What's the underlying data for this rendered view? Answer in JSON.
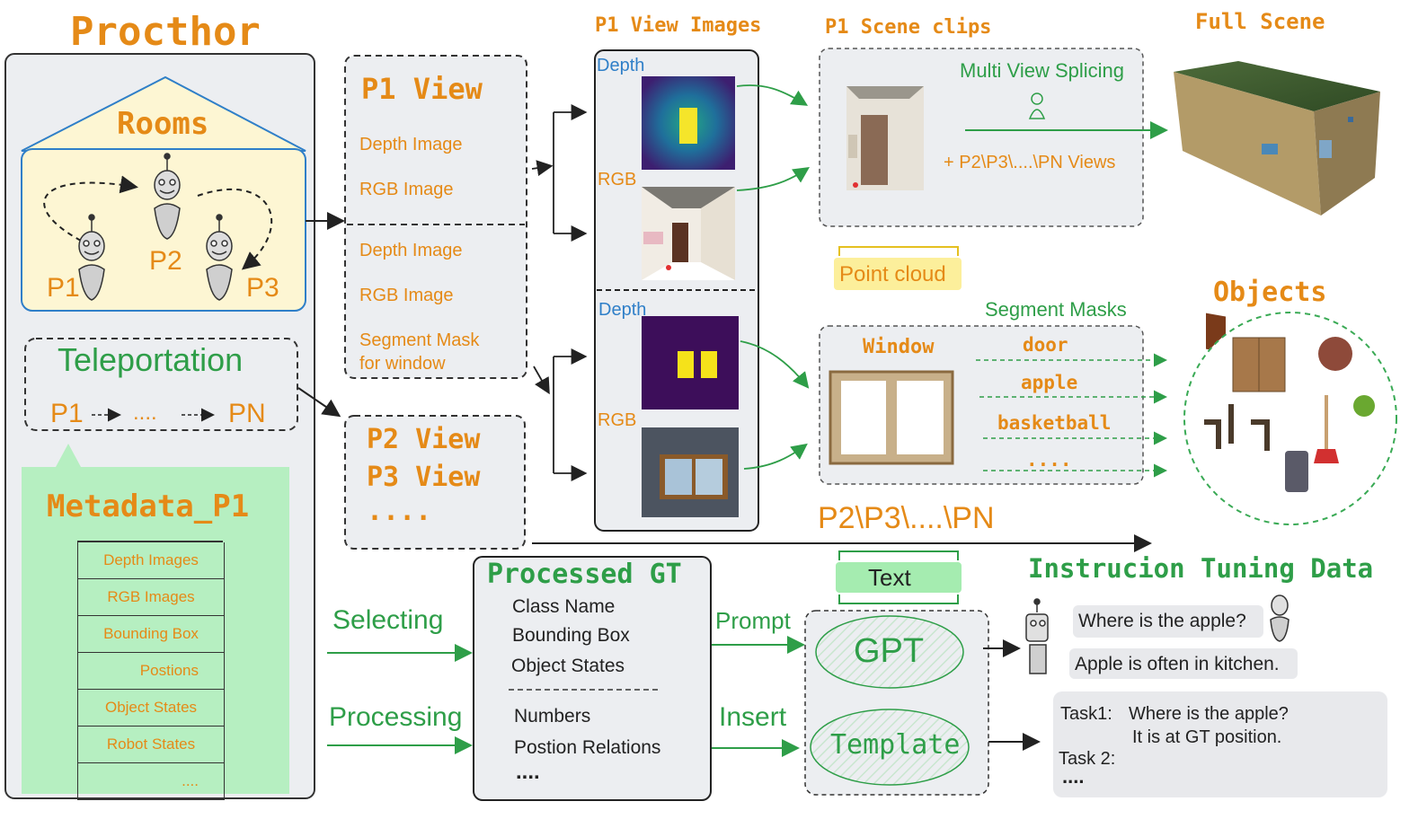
{
  "procthor": {
    "title": "Procthor",
    "rooms_label": "Rooms",
    "p1": "P1",
    "p2": "P2",
    "p3": "P3",
    "teleport_title": "Teleportation",
    "teleport_from": "P1",
    "teleport_dots": "....",
    "teleport_to": "PN",
    "metadata_title": "Metadata_P1",
    "metadata_rows": [
      "Depth Images",
      "RGB Images",
      "Bounding Box",
      "Postions",
      "Object States",
      "Robot States",
      "...."
    ]
  },
  "views": {
    "p1_title": "P1 View",
    "p1_items": [
      "Depth Image",
      "RGB Image"
    ],
    "p1_items2": [
      "Depth Image",
      "RGB Image",
      "Segment Mask",
      "for window"
    ],
    "p23_line1": "P2 View",
    "p23_line2": "P3 View",
    "p23_dots": "...."
  },
  "view_images": {
    "title": "P1 View Images",
    "depth1": "Depth",
    "rgb1": "RGB",
    "depth2": "Depth",
    "rgb2": "RGB"
  },
  "scene_clips": {
    "title": "P1 Scene clips",
    "splicing": "Multi View Splicing",
    "more_views": "+ P2\\P3\\....\\PN Views"
  },
  "full_scene": {
    "title": "Full Scene"
  },
  "point_cloud": {
    "label": "Point cloud"
  },
  "segment": {
    "title": "Segment Masks",
    "window": "Window",
    "items": [
      "door",
      "apple",
      "basketball",
      "...."
    ]
  },
  "objects": {
    "title": "Objects"
  },
  "pn_label": "P2\\P3\\....\\PN",
  "processed": {
    "title": "Processed GT",
    "items": [
      "Class Name",
      "Bounding Box",
      "Object States"
    ],
    "items2": [
      "Numbers",
      "Postion Relations",
      "...."
    ],
    "selecting": "Selecting",
    "processing": "Processing"
  },
  "gen": {
    "text_label": "Text",
    "prompt": "Prompt",
    "insert": "Insert",
    "gpt": "GPT",
    "template": "Template"
  },
  "tuning": {
    "title": "Instrucion Tuning Data",
    "q": "Where is the apple?",
    "a": "Apple is often in kitchen.",
    "task1_label": "Task1:",
    "task1_q": "Where is the apple?",
    "task1_a": "It is at GT position.",
    "task2": "Task 2:",
    "dots": "...."
  },
  "colors": {
    "orange": "#e58a17",
    "green": "#2e9e48",
    "blue": "#2f7fc8",
    "mint": "#b6efc1",
    "cream": "#fdf6d3"
  }
}
